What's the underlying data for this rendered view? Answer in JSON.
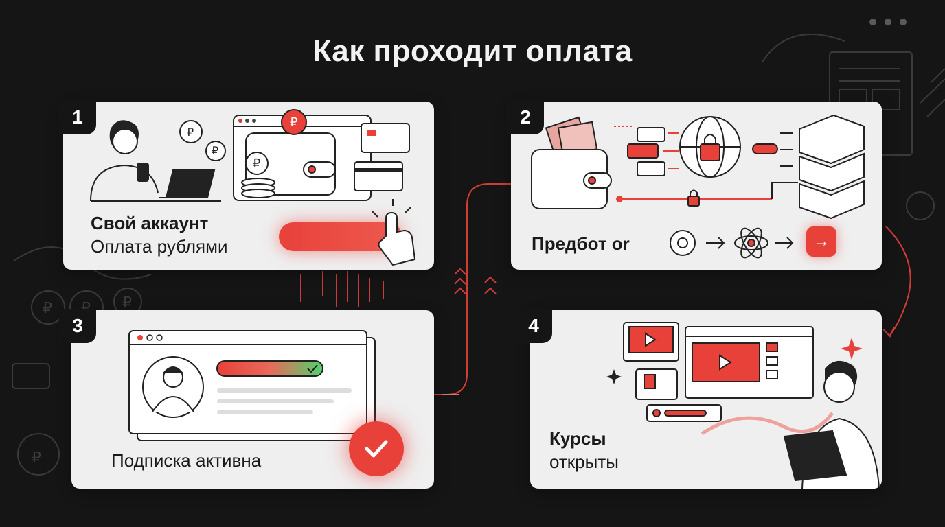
{
  "title": "Как проходит оплата",
  "steps": [
    {
      "number": "1",
      "heading": "Свой аккаунт",
      "subtitle": "Оплата рублями"
    },
    {
      "number": "2",
      "heading": "Предбот or"
    },
    {
      "number": "3",
      "heading": "Подписка активна"
    },
    {
      "number": "4",
      "heading": "Курсы",
      "subtitle": "открыты"
    }
  ],
  "colors": {
    "accent": "#e8413a",
    "success": "#4fd36b",
    "background": "#151515",
    "card": "#efefef"
  },
  "icons": [
    "person-phone-laptop-icon",
    "ruble-coin-icon",
    "wallet-icon",
    "card-icon",
    "cursor-hand-icon",
    "money-wallet-icon",
    "document-icon",
    "globe-lock-icon",
    "server-stack-icon",
    "gear-icon",
    "atom-icon",
    "arrow-right-icon",
    "avatar-icon",
    "checkmark-icon",
    "video-player-icon",
    "sparkle-icon",
    "tablet-person-icon"
  ]
}
